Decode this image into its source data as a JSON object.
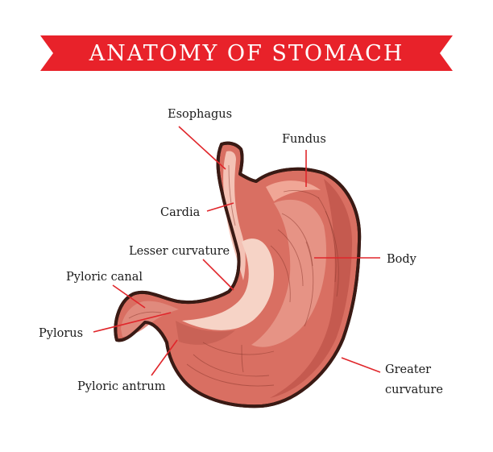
{
  "title": "ANATOMY OF STOMACH",
  "colors": {
    "banner": "#e8222a",
    "tissue_base": "#e0867a",
    "tissue_dark": "#b94c42",
    "tissue_light": "#f2b9ab",
    "tissue_highlight": "#f8ddd2",
    "outline": "#3a1a14",
    "leader_line": "#e0262b"
  },
  "labels": {
    "esophagus": "Esophagus",
    "fundus": "Fundus",
    "cardia": "Cardia",
    "lesser_curvature": "Lesser curvature",
    "body": "Body",
    "pyloric_canal": "Pyloric canal",
    "pylorus": "Pylorus",
    "greater_curvature_line1": "Greater",
    "greater_curvature_line2": "curvature",
    "pyloric_antrum": "Pyloric antrum"
  }
}
